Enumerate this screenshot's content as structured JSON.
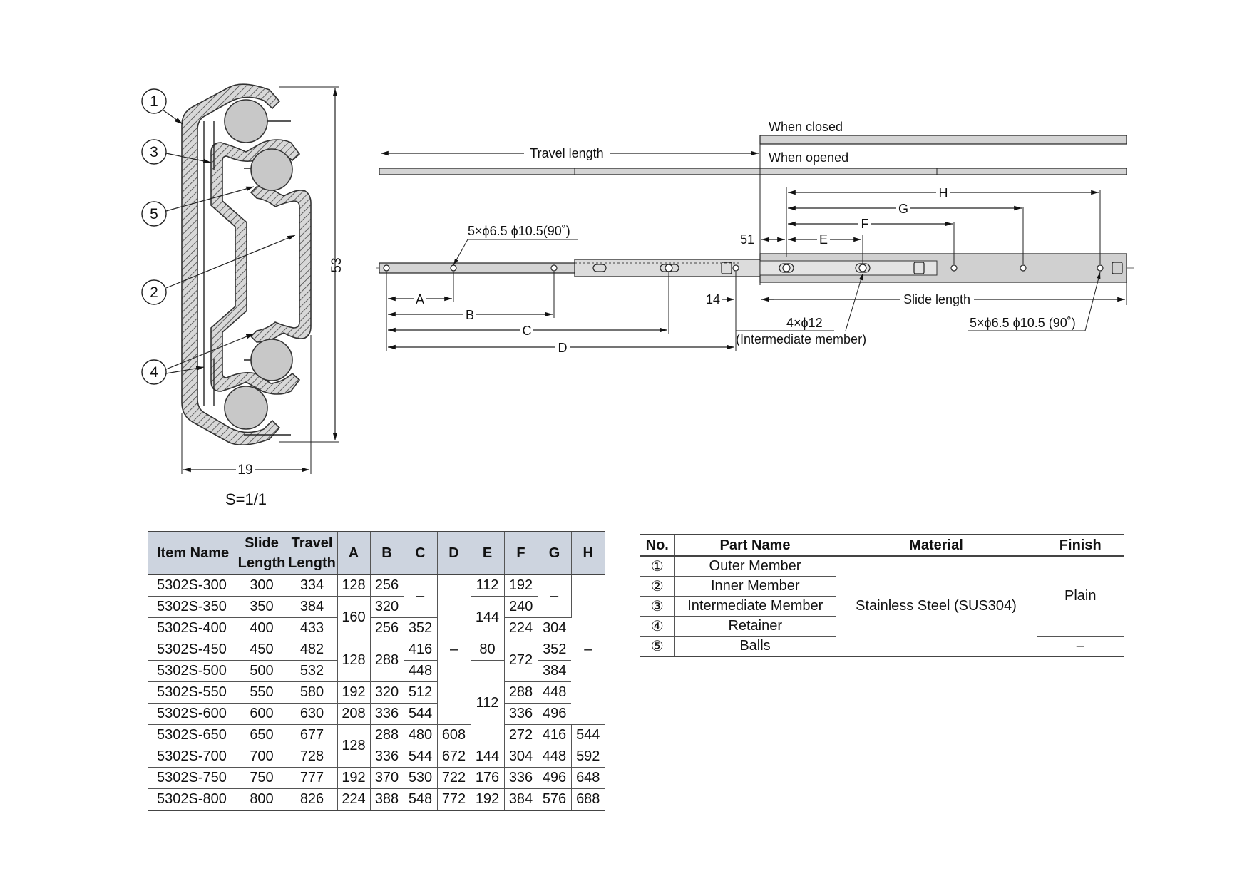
{
  "section": {
    "callouts": [
      "1",
      "3",
      "5",
      "2",
      "4"
    ],
    "height_dim": "53",
    "width_dim": "19",
    "scale": "S=1/1"
  },
  "side": {
    "when_closed": "When closed",
    "when_opened": "When opened",
    "travel_length": "Travel length",
    "slide_length": "Slide length",
    "hole_note_left": "5×ϕ6.5 ϕ10.5(90˚)",
    "hole_note_right": "5×ϕ6.5 ϕ10.5 (90˚)",
    "hole_note_mid": "4×ϕ12",
    "hole_note_mid2": "(Intermediate member)",
    "dim_51": "51",
    "dim_14": "14",
    "dims": [
      "A",
      "B",
      "C",
      "D",
      "E",
      "F",
      "G",
      "H"
    ]
  },
  "spec_table": {
    "headers": [
      "Item Name",
      "Slide\nLength",
      "Travel\nLength",
      "A",
      "B",
      "C",
      "D",
      "E",
      "F",
      "G",
      "H"
    ],
    "header_item": "Item Name",
    "header_slide_1": "Slide",
    "header_slide_2": "Length",
    "header_travel_1": "Travel",
    "header_travel_2": "Length",
    "rows": [
      {
        "name": "5302S-300",
        "slide": "300",
        "travel": "334",
        "A": "128",
        "B": "256",
        "C": "–",
        "D": "",
        "E": "112",
        "F": "192",
        "G": "–",
        "H": ""
      },
      {
        "name": "5302S-350",
        "slide": "350",
        "travel": "384",
        "A": "160",
        "B": "320",
        "C": "",
        "D": "",
        "E": "144",
        "F": "240",
        "G": "",
        "H": ""
      },
      {
        "name": "5302S-400",
        "slide": "400",
        "travel": "433",
        "A": "",
        "B": "256",
        "C": "352",
        "D": "",
        "E": "",
        "F": "224",
        "G": "304",
        "H": ""
      },
      {
        "name": "5302S-450",
        "slide": "450",
        "travel": "482",
        "A": "128",
        "B": "288",
        "C": "416",
        "D": "–",
        "E": "80",
        "F": "272",
        "G": "352",
        "H": "–"
      },
      {
        "name": "5302S-500",
        "slide": "500",
        "travel": "532",
        "A": "",
        "B": "",
        "C": "448",
        "D": "",
        "E": "112",
        "F": "",
        "G": "384",
        "H": ""
      },
      {
        "name": "5302S-550",
        "slide": "550",
        "travel": "580",
        "A": "192",
        "B": "320",
        "C": "512",
        "D": "",
        "E": "",
        "F": "288",
        "G": "448",
        "H": ""
      },
      {
        "name": "5302S-600",
        "slide": "600",
        "travel": "630",
        "A": "208",
        "B": "336",
        "C": "544",
        "D": "",
        "E": "",
        "F": "336",
        "G": "496",
        "H": ""
      },
      {
        "name": "5302S-650",
        "slide": "650",
        "travel": "677",
        "A": "128",
        "B": "288",
        "C": "480",
        "D": "608",
        "E": "",
        "F": "272",
        "G": "416",
        "H": "544"
      },
      {
        "name": "5302S-700",
        "slide": "700",
        "travel": "728",
        "A": "",
        "B": "336",
        "C": "544",
        "D": "672",
        "E": "144",
        "F": "304",
        "G": "448",
        "H": "592"
      },
      {
        "name": "5302S-750",
        "slide": "750",
        "travel": "777",
        "A": "192",
        "B": "370",
        "C": "530",
        "D": "722",
        "E": "176",
        "F": "336",
        "G": "496",
        "H": "648"
      },
      {
        "name": "5302S-800",
        "slide": "800",
        "travel": "826",
        "A": "224",
        "B": "388",
        "C": "548",
        "D": "772",
        "E": "192",
        "F": "384",
        "G": "576",
        "H": "688"
      }
    ]
  },
  "parts_table": {
    "headers": {
      "no": "No.",
      "part": "Part Name",
      "material": "Material",
      "finish": "Finish"
    },
    "rows": [
      {
        "no": "①",
        "part": "Outer Member"
      },
      {
        "no": "②",
        "part": "Inner Member"
      },
      {
        "no": "③",
        "part": "Intermediate Member"
      },
      {
        "no": "④",
        "part": "Retainer"
      },
      {
        "no": "⑤",
        "part": "Balls"
      }
    ],
    "material": "Stainless Steel (SUS304)",
    "finish_plain": "Plain",
    "finish_balls": "–"
  }
}
